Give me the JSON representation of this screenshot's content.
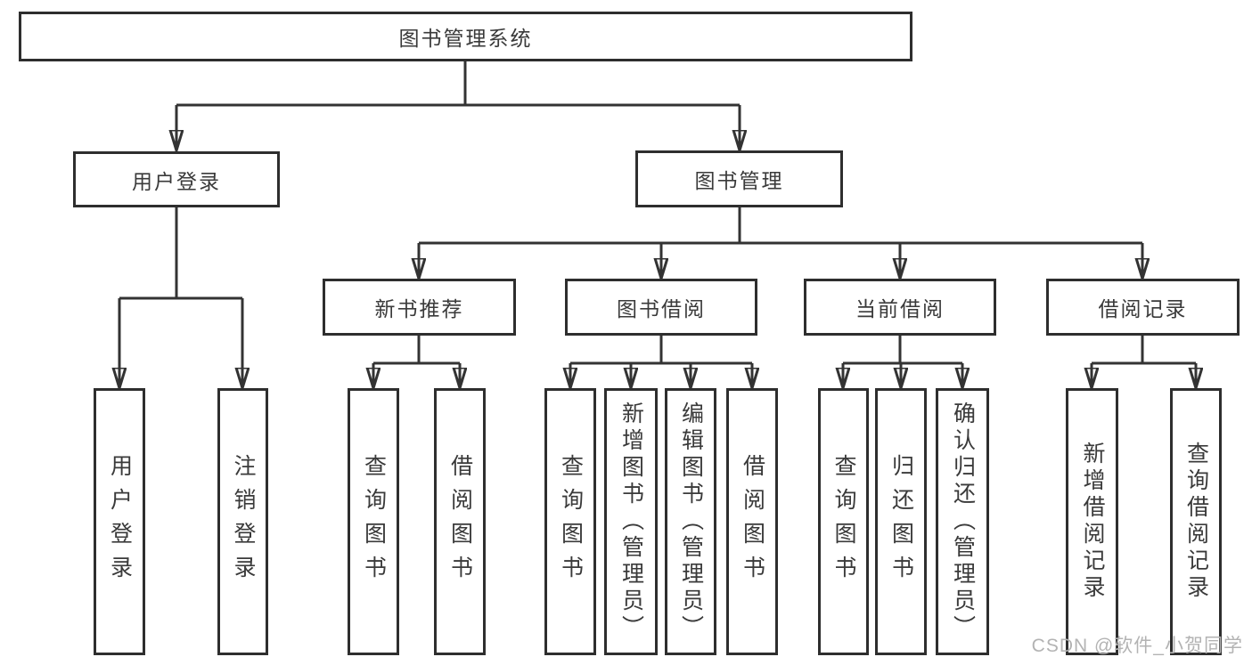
{
  "root": {
    "label": "图书管理系统"
  },
  "branches": [
    {
      "label": "用户登录",
      "children": [
        {
          "label": "用户登录"
        },
        {
          "label": "注销登录"
        }
      ]
    },
    {
      "label": "图书管理",
      "children": [
        {
          "label": "新书推荐",
          "children": [
            {
              "label": "查询图书"
            },
            {
              "label": "借阅图书"
            }
          ]
        },
        {
          "label": "图书借阅",
          "children": [
            {
              "label": "查询图书"
            },
            {
              "label": "新增图书（管理员）"
            },
            {
              "label": "编辑图书（管理员）"
            },
            {
              "label": "借阅图书"
            }
          ]
        },
        {
          "label": "当前借阅",
          "children": [
            {
              "label": "查询图书"
            },
            {
              "label": "归还图书"
            },
            {
              "label": "确认归还（管理员）"
            }
          ]
        },
        {
          "label": "借阅记录",
          "children": [
            {
              "label": "新增借阅记录"
            },
            {
              "label": "查询借阅记录"
            }
          ]
        }
      ]
    }
  ],
  "watermark": {
    "text": "CSDN @软件_小贺同学"
  },
  "colors": {
    "line": "#333333",
    "border": "#2e2e2e",
    "text": "#3a3a3a",
    "watermark": "#b3b3b3",
    "background": "#ffffff"
  }
}
